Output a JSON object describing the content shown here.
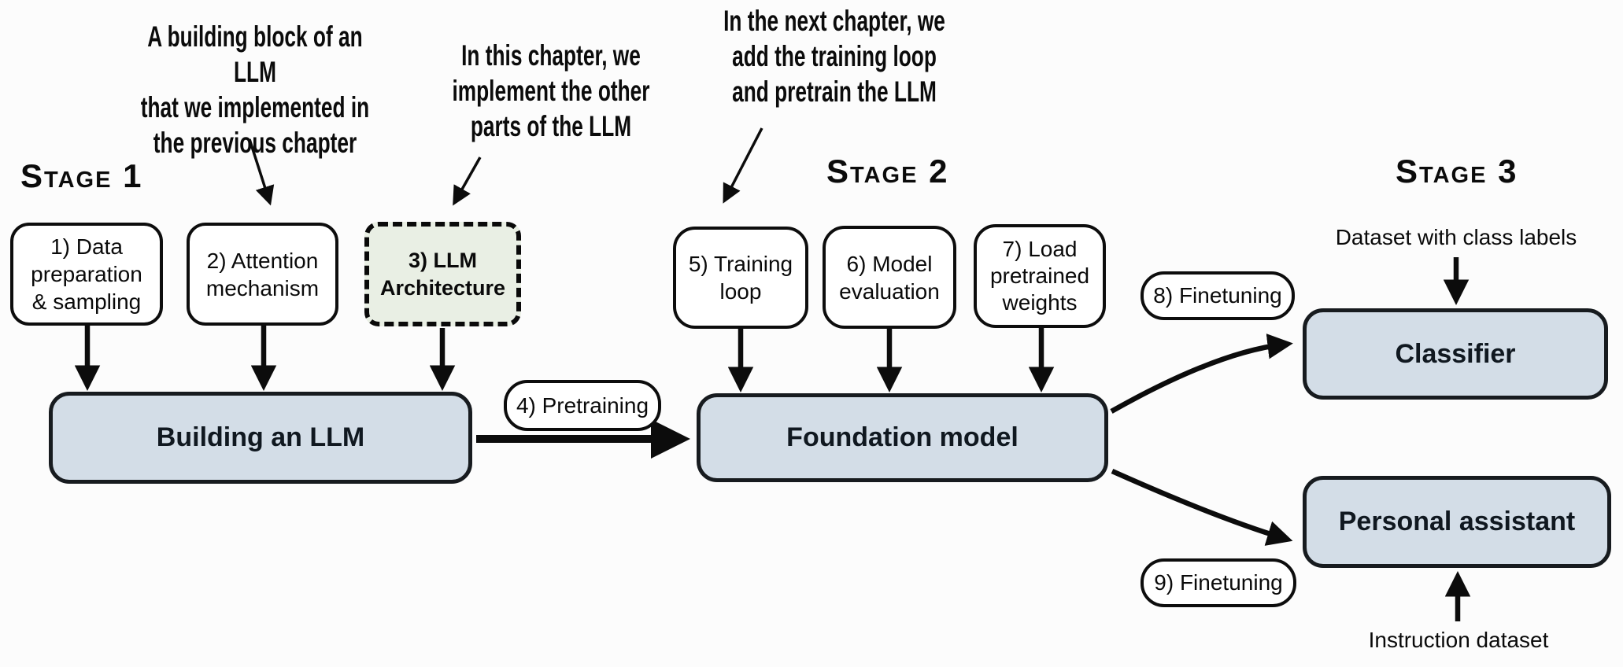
{
  "annotations": {
    "building_block": "A building block of an LLM\nthat we implemented in\nthe previous chapter",
    "this_chapter": "In this chapter, we\nimplement the other\nparts of the LLM",
    "next_chapter": "In the next chapter, we\nadd the training loop\nand pretrain the LLM"
  },
  "stages": {
    "s1": "Stage 1",
    "s2": "Stage 2",
    "s3": "Stage 3"
  },
  "boxes": {
    "b1": "1) Data\npreparation\n& sampling",
    "b2": "2) Attention\nmechanism",
    "b3": "3) LLM\nArchitecture",
    "b4": "4) Pretraining",
    "b5": "5) Training\nloop",
    "b6": "6) Model\nevaluation",
    "b7": "7) Load\npretrained\nweights",
    "b8": "8) Finetuning",
    "b9": "9) Finetuning",
    "building": "Building an LLM",
    "foundation": "Foundation model",
    "classifier": "Classifier",
    "assistant": "Personal assistant"
  },
  "labels": {
    "dataset": "Dataset with class labels",
    "instruction": "Instruction dataset"
  },
  "colors": {
    "box_blue": "#d3dde7",
    "box_green": "#e9efe4",
    "border_dark": "#111111",
    "background": "#fcfcfc"
  },
  "connections": [
    {
      "from": "annotation-building-block",
      "to": "box-attention-mechanism"
    },
    {
      "from": "annotation-this-chapter",
      "to": "box-llm-architecture"
    },
    {
      "from": "annotation-next-chapter",
      "to": "box-training-loop"
    },
    {
      "from": "box-data-preparation",
      "to": "box-building-an-llm"
    },
    {
      "from": "box-attention-mechanism",
      "to": "box-building-an-llm"
    },
    {
      "from": "box-llm-architecture",
      "to": "box-building-an-llm"
    },
    {
      "from": "box-building-an-llm",
      "to": "box-foundation-model",
      "via": "4) Pretraining"
    },
    {
      "from": "box-training-loop",
      "to": "box-foundation-model"
    },
    {
      "from": "box-model-evaluation",
      "to": "box-foundation-model"
    },
    {
      "from": "box-load-pretrained-weights",
      "to": "box-foundation-model"
    },
    {
      "from": "box-foundation-model",
      "to": "box-classifier",
      "via": "8) Finetuning"
    },
    {
      "from": "box-foundation-model",
      "to": "box-personal-assistant",
      "via": "9) Finetuning"
    },
    {
      "from": "label-dataset-class",
      "to": "box-classifier"
    },
    {
      "from": "label-instruction-dataset",
      "to": "box-personal-assistant"
    }
  ]
}
